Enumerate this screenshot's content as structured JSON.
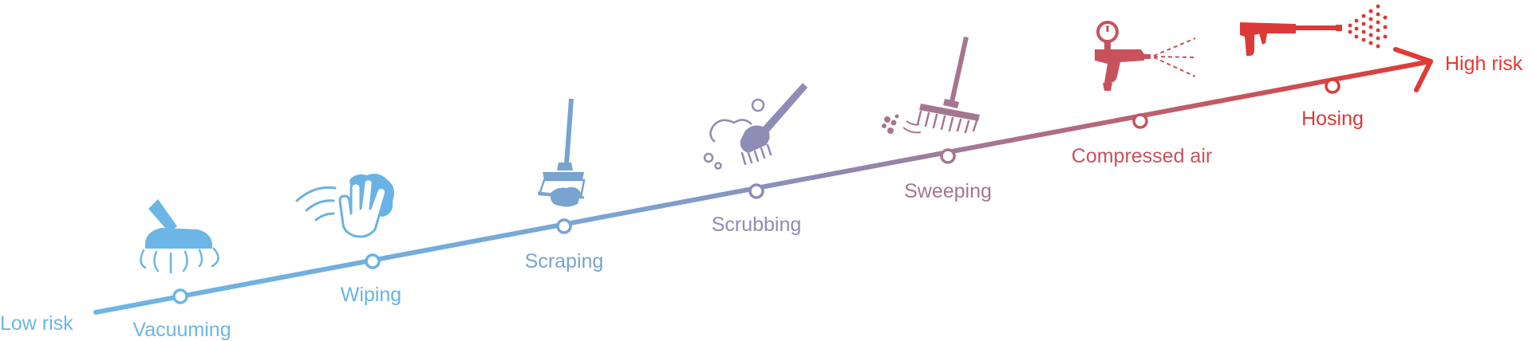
{
  "scale": {
    "low_label": "Low risk",
    "high_label": "High risk",
    "low_color": "#6cb6e7",
    "high_color": "#e03a35"
  },
  "steps": [
    {
      "label": "Vacuuming",
      "icon": "vacuum-nozzle-icon",
      "color": "#6cb6e7"
    },
    {
      "label": "Wiping",
      "icon": "wiping-hand-icon",
      "color": "#6ab2e4"
    },
    {
      "label": "Scraping",
      "icon": "scraper-icon",
      "color": "#78a4cf"
    },
    {
      "label": "Scrubbing",
      "icon": "scrubbing-brush-icon",
      "color": "#8f8cb6"
    },
    {
      "label": "Sweeping",
      "icon": "broom-icon",
      "color": "#a57690"
    },
    {
      "label": "Compressed air",
      "icon": "air-blow-gun-icon",
      "color": "#c8525c"
    },
    {
      "label": "Hosing",
      "icon": "spray-gun-icon",
      "color": "#dc3a38"
    }
  ]
}
